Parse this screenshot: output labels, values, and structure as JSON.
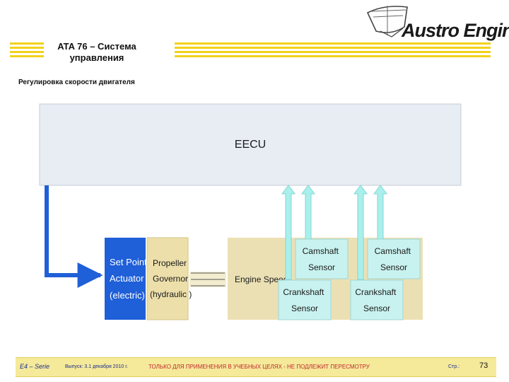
{
  "header": {
    "title_line1": "ATA 76 – Система",
    "title_line2": "управления",
    "subtitle": "Регулировка скорости двигателя",
    "logo_text": "Austro Engine"
  },
  "diagram": {
    "eecu": "EECU",
    "set_point": [
      "Set Point",
      "Actuator",
      "(electric)"
    ],
    "governor": [
      "Propeller",
      "Governor",
      "(hydraulic )"
    ],
    "engine_speed": "Engine Speed",
    "camshaft_1": [
      "Camshaft",
      "Sensor"
    ],
    "camshaft_2": [
      "Camshaft",
      "Sensor"
    ],
    "crankshaft_1": [
      "Crankshaft",
      "Sensor"
    ],
    "crankshaft_2": [
      "Crankshaft",
      "Sensor"
    ]
  },
  "footer": {
    "series": "E4 – Serie",
    "issue": "Выпуск: 3.1 декабря 2010 г.",
    "note": "ТОЛЬКО ДЛЯ ПРИМЕНЕНИЯ В УЧЕБНЫХ ЦЕЛЯХ  - НЕ ПОДЛЕЖИТ ПЕРЕСМОТРУ",
    "page_label": "Стр.:",
    "page_number": "73"
  },
  "colors": {
    "accent_yellow": "#f2d21a",
    "eecu_fill": "#e8edf4",
    "actuator_blue": "#1f5fd8",
    "governor_fill": "#ecdfaa",
    "engine_fill": "#ebe0b4",
    "sensor_fill": "#c8f2f0",
    "arrow_cyan": "#a9f0ec"
  }
}
